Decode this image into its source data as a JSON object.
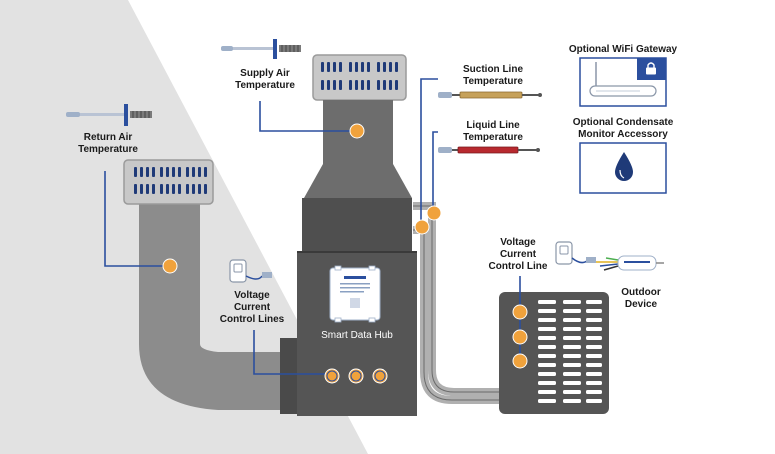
{
  "labels": {
    "return_air": "Return Air\nTemperature",
    "supply_air": "Supply Air\nTemperature",
    "suction_line": "Suction Line\nTemperature",
    "liquid_line": "Liquid Line\nTemperature",
    "wifi_gateway": "Optional WiFi Gateway",
    "condensate_monitor": "Optional Condensate\nMonitor Accessory",
    "voltage_indoor": "Voltage\nCurrent\nControl Lines",
    "voltage_outdoor": "Voltage\nCurrent\nControl Line",
    "outdoor_device": "Outdoor\nDevice",
    "smart_data_hub": "Smart Data Hub"
  },
  "colors": {
    "background_shade": "#e2e2e2",
    "equipment_dark": "#555555",
    "equipment_mid": "#6d6d6d",
    "duct": "#8c8c8c",
    "sensor_dot": "#f0a23c",
    "connector_line": "#2b4f9e",
    "grille_slot": "#1f3a78",
    "liquid_line": "#b8292f",
    "suction_line": "#c6a15a"
  },
  "icons": {
    "wifi": "lock-icon",
    "condensate": "water-drop-icon"
  }
}
